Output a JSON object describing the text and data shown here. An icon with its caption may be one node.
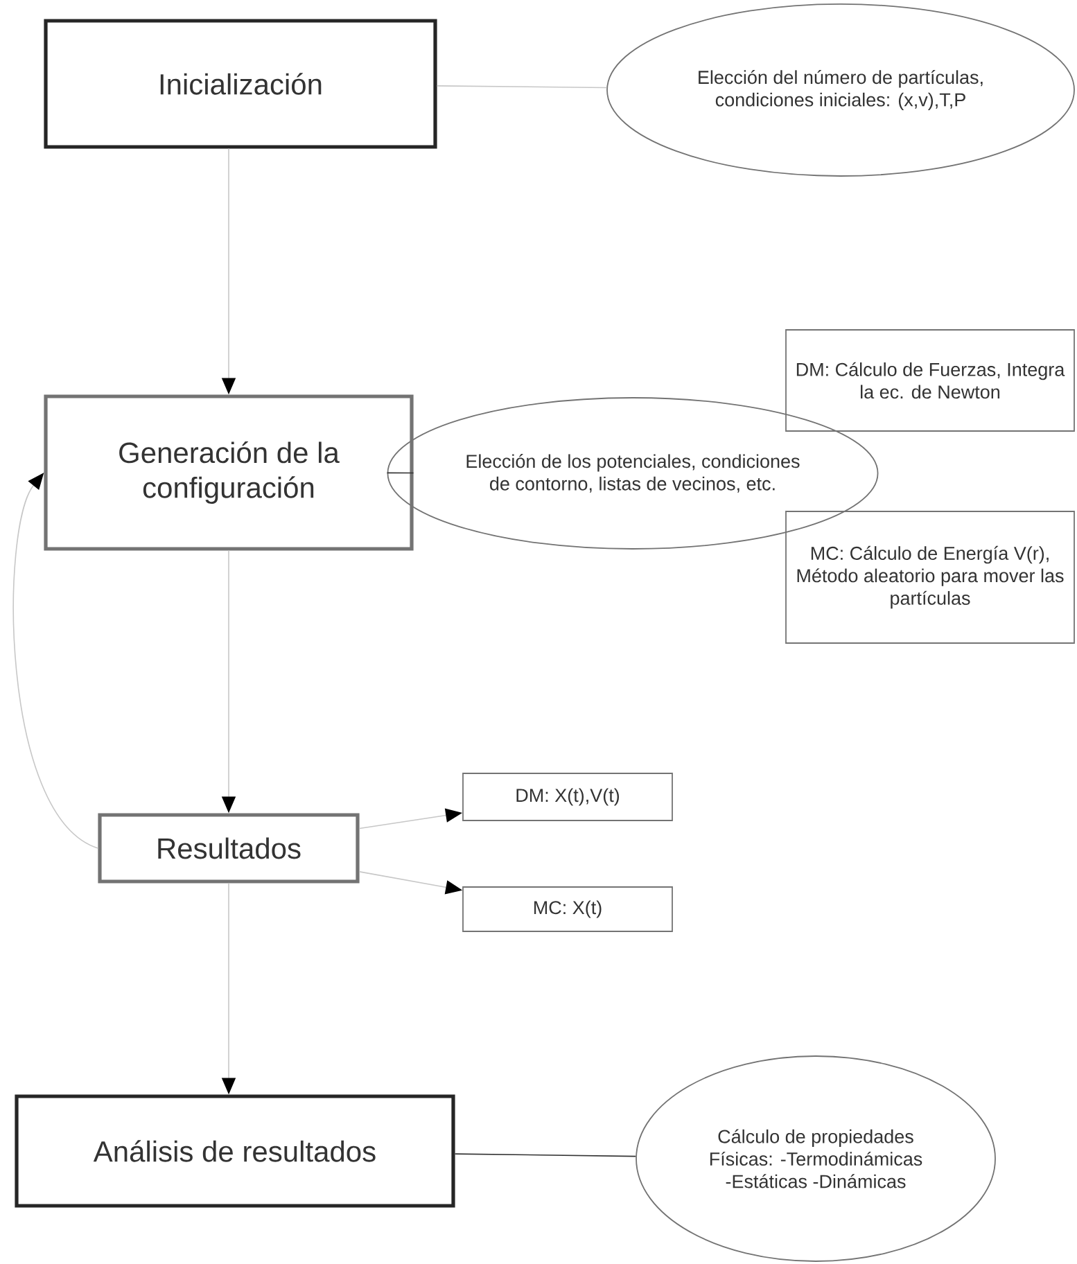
{
  "diagram": {
    "nodes": [
      {
        "text": [
          "Inicialización"
        ]
      },
      {
        "text": [
          "Elección del número de partículas, condiciones iniciales: (x,v),T,P"
        ]
      },
      {
        "text": [
          "Generación de la configuración"
        ]
      },
      {
        "text": [
          "Elección de los potenciales, condiciones de contorno, listas de vecinos, etc."
        ]
      },
      {
        "text": [
          "DM: Cálculo de Fuerzas, Integra la ec. de Newton"
        ]
      },
      {
        "text": [
          "MC: Cálculo de Energía V(r), Método aleatorio para mover las partículas"
        ]
      },
      {
        "text": [
          "Resultados"
        ]
      },
      {
        "text": [
          "DM:  X(t),V(t)"
        ]
      },
      {
        "text": [
          "MC:  X(t)"
        ]
      },
      {
        "text": [
          "Análisis de resultados"
        ]
      },
      {
        "text": [
          "Cálculo de propiedades Físicas: -Termodinámicas -Estáticas -Dinámicas"
        ]
      }
    ],
    "edges": [
      {
        "from": 0,
        "to": 1,
        "arrow": "none"
      },
      {
        "from": 0,
        "to": 2,
        "arrow": "to"
      },
      {
        "from": 2,
        "to": 3,
        "arrow": "none",
        "color": "#333333"
      },
      {
        "from": 2,
        "to": 6,
        "arrow": "to"
      },
      {
        "from": 6,
        "to": 2,
        "arrow": "to"
      },
      {
        "from": 6,
        "to": 7,
        "arrow": "to"
      },
      {
        "from": 6,
        "to": 8,
        "arrow": "to"
      },
      {
        "from": 6,
        "to": 9,
        "arrow": "to"
      },
      {
        "from": 9,
        "to": 10,
        "arrow": "none",
        "color": "#333333"
      }
    ]
  }
}
